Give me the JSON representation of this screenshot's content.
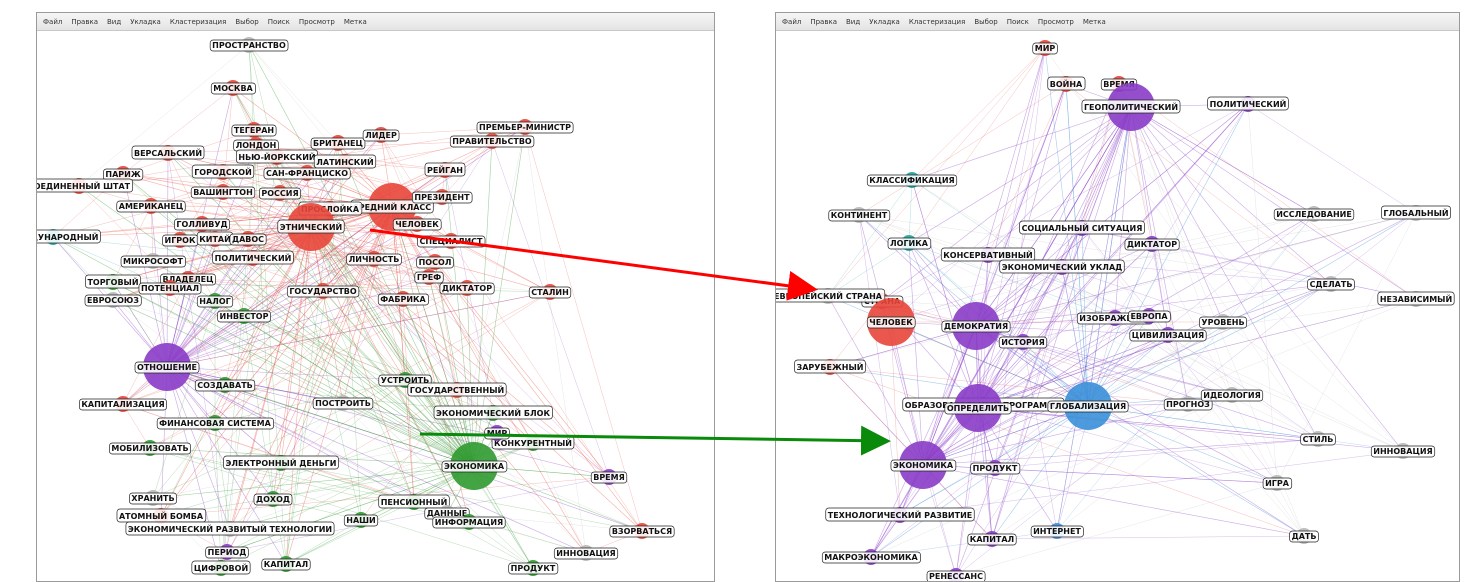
{
  "menu": [
    "Файл",
    "Правка",
    "Вид",
    "Укладка",
    "Кластеризация",
    "Выбор",
    "Поиск",
    "Просмотр",
    "Метка"
  ],
  "colors": {
    "red": "#e8463a",
    "purple": "#8a3cc8",
    "green": "#2f9a2f",
    "teal": "#1fa3a3",
    "blue": "#3a8fd8",
    "gray": "#b8b8b8",
    "arrow_red": "#ff0000",
    "arrow_green": "#0a8a0a"
  },
  "left": {
    "nodes": [
      {
        "label": "ПРОСТРАНСТВО",
        "c": "gray",
        "big": false
      },
      {
        "label": "МОСКВА",
        "c": "red",
        "big": false
      },
      {
        "label": "ПРЕМЬЕР-МИНИСТР",
        "c": "red",
        "big": false
      },
      {
        "label": "ПРАВИТЕЛЬСТВО",
        "c": "red",
        "big": false
      },
      {
        "label": "ЛОНДОН",
        "c": "red",
        "big": false
      },
      {
        "label": "БРИТАНЕЦ",
        "c": "red",
        "big": false
      },
      {
        "label": "ТЕГЕРАН",
        "c": "red",
        "big": false
      },
      {
        "label": "ЛИДЕР",
        "c": "red",
        "big": false
      },
      {
        "label": "ВЕРСАЛЬСКИЙ",
        "c": "red",
        "big": false
      },
      {
        "label": "НЬЮ-ЙОРКСКИЙ",
        "c": "red",
        "big": false
      },
      {
        "label": "ЛАТИНСКИЙ",
        "c": "red",
        "big": false
      },
      {
        "label": "ПАРИЖ",
        "c": "red",
        "big": false
      },
      {
        "label": "ГОРОДСКОЙ",
        "c": "red",
        "big": false
      },
      {
        "label": "САН-ФРАНЦИСКО",
        "c": "red",
        "big": false
      },
      {
        "label": "РЕЙГАН",
        "c": "red",
        "big": false
      },
      {
        "label": "СОЕДИНЕННЫЙ ШТАТ",
        "c": "red",
        "big": false
      },
      {
        "label": "ВАШИНГТОН",
        "c": "red",
        "big": false
      },
      {
        "label": "РОССИЯ",
        "c": "red",
        "big": false
      },
      {
        "label": "СРЕДНИЙ КЛАСС",
        "c": "red",
        "big": true
      },
      {
        "label": "ПРЕЗИДЕНТ",
        "c": "red",
        "big": false
      },
      {
        "label": "АМЕРИКАНЕЦ",
        "c": "red",
        "big": false
      },
      {
        "label": "ПРОСЛОЙКА",
        "c": "red",
        "big": false
      },
      {
        "label": "ЧЕЛОВЕК",
        "c": "red",
        "big": false
      },
      {
        "label": "ГОЛЛИВУД",
        "c": "red",
        "big": false
      },
      {
        "label": "ЭТНИЧЕСКИЙ",
        "c": "red",
        "big": true
      },
      {
        "label": "СПЕЦИАЛИСТ",
        "c": "red",
        "big": false
      },
      {
        "label": "МЕЖДУНАРОДНЫЙ",
        "c": "teal",
        "big": false
      },
      {
        "label": "ИГРОК",
        "c": "red",
        "big": false
      },
      {
        "label": "КИТАЙ",
        "c": "red",
        "big": false
      },
      {
        "label": "ДАВОС",
        "c": "red",
        "big": false
      },
      {
        "label": "МИКРОСОФТ",
        "c": "gray",
        "big": false
      },
      {
        "label": "ПОЛИТИЧЕСКИЙ",
        "c": "red",
        "big": false
      },
      {
        "label": "ЛИЧНОСТЬ",
        "c": "red",
        "big": false
      },
      {
        "label": "ПОСОЛ",
        "c": "red",
        "big": false
      },
      {
        "label": "ВЛАДЕЛЕЦ",
        "c": "red",
        "big": false
      },
      {
        "label": "ТОРГОВЫЙ",
        "c": "green",
        "big": false
      },
      {
        "label": "ПОТЕНЦИАЛ",
        "c": "red",
        "big": false
      },
      {
        "label": "ГОСУДАРСТВО",
        "c": "red",
        "big": false
      },
      {
        "label": "ГРЕФ",
        "c": "red",
        "big": false
      },
      {
        "label": "ДИКТАТОР",
        "c": "red",
        "big": false
      },
      {
        "label": "СТАЛИН",
        "c": "red",
        "big": false
      },
      {
        "label": "ЕВРОСОЮЗ",
        "c": "gray",
        "big": false
      },
      {
        "label": "НАЛОГ",
        "c": "green",
        "big": false
      },
      {
        "label": "ИНВЕСТОР",
        "c": "green",
        "big": false
      },
      {
        "label": "ФАБРИКА",
        "c": "red",
        "big": false
      },
      {
        "label": "ОТНОШЕНИЕ",
        "c": "purple",
        "big": true
      },
      {
        "label": "СОЗДАВАТЬ",
        "c": "green",
        "big": false
      },
      {
        "label": "УСТРОИТЬ",
        "c": "green",
        "big": false
      },
      {
        "label": "ГОСУДАРСТВЕННЫЙ",
        "c": "red",
        "big": false
      },
      {
        "label": "КАПИТАЛИЗАЦИЯ",
        "c": "red",
        "big": false
      },
      {
        "label": "ПОСТРОИТЬ",
        "c": "gray",
        "big": false
      },
      {
        "label": "ЭКОНОМИЧЕСКИЙ БЛОК",
        "c": "green",
        "big": false
      },
      {
        "label": "ФИНАНСОВАЯ СИСТЕМА",
        "c": "green",
        "big": false
      },
      {
        "label": "КОНКУРЕНТНЫЙ",
        "c": "green",
        "big": false
      },
      {
        "label": "МОБИЛИЗОВАТЬ",
        "c": "green",
        "big": false
      },
      {
        "label": "ЭЛЕКТРОННЫЙ ДЕНЬГИ",
        "c": "green",
        "big": false
      },
      {
        "label": "ЭКОНОМИКА",
        "c": "green",
        "big": true
      },
      {
        "label": "ХРАНИТЬ",
        "c": "gray",
        "big": false
      },
      {
        "label": "ДОХОД",
        "c": "green",
        "big": false
      },
      {
        "label": "ПЕНСИОННЫЙ",
        "c": "green",
        "big": false
      },
      {
        "label": "ДАННЫЕ",
        "c": "gray",
        "big": false
      },
      {
        "label": "АТОМНЫЙ БОМБА",
        "c": "red",
        "big": false
      },
      {
        "label": "ЭКОНОМИЧЕСКИЙ РАЗВИТЫЙ ТЕХНОЛОГИИ",
        "c": "gray",
        "big": false
      },
      {
        "label": "НАШИ",
        "c": "green",
        "big": false
      },
      {
        "label": "ИНФОРМАЦИЯ",
        "c": "green",
        "big": false
      },
      {
        "label": "ВЗОРВАТЬСЯ",
        "c": "red",
        "big": false
      },
      {
        "label": "ПЕРИОД",
        "c": "purple",
        "big": false
      },
      {
        "label": "ЦИФРОВОЙ",
        "c": "green",
        "big": false
      },
      {
        "label": "КАПИТАЛ",
        "c": "green",
        "big": false
      },
      {
        "label": "ПРОДУКТ",
        "c": "green",
        "big": false
      },
      {
        "label": "ИННОВАЦИЯ",
        "c": "gray",
        "big": false
      },
      {
        "label": "ВРЕМЯ",
        "c": "purple",
        "big": false
      },
      {
        "label": "МИР",
        "c": "purple",
        "big": false
      }
    ]
  },
  "right": {
    "nodes": [
      {
        "label": "МИР",
        "c": "red",
        "big": false
      },
      {
        "label": "ВОЙНА",
        "c": "red",
        "big": false
      },
      {
        "label": "ВРЕМЯ",
        "c": "red",
        "big": false
      },
      {
        "label": "ГЕОПОЛИТИЧЕСКИЙ",
        "c": "purple",
        "big": true
      },
      {
        "label": "ПОЛИТИЧЕСКИЙ",
        "c": "purple",
        "big": false
      },
      {
        "label": "КЛАССИФИКАЦИЯ",
        "c": "teal",
        "big": false
      },
      {
        "label": "КОНТИНЕНТ",
        "c": "gray",
        "big": false
      },
      {
        "label": "СОЦИАЛЬНЫЙ СИТУАЦИЯ",
        "c": "purple",
        "big": false
      },
      {
        "label": "ИССЛЕДОВАНИЕ",
        "c": "gray",
        "big": false
      },
      {
        "label": "ГЛОБАЛЬНЫЙ",
        "c": "gray",
        "big": false
      },
      {
        "label": "ЛОГИКА",
        "c": "teal",
        "big": false
      },
      {
        "label": "КОНСЕРВАТИВНЫЙ",
        "c": "purple",
        "big": false
      },
      {
        "label": "ДИКТАТОР",
        "c": "purple",
        "big": false
      },
      {
        "label": "ЭКОНОМИЧЕСКИЙ УКЛАД",
        "c": "purple",
        "big": false
      },
      {
        "label": "СТРАНА",
        "c": "red",
        "big": false
      },
      {
        "label": "ЕВРОПЕЙСКИЙ СТРАНА",
        "c": "gray",
        "big": false
      },
      {
        "label": "СДЕЛАТЬ",
        "c": "gray",
        "big": false
      },
      {
        "label": "НЕЗАВИСИМЫЙ",
        "c": "gray",
        "big": false
      },
      {
        "label": "ЧЕЛОВЕК",
        "c": "red",
        "big": true
      },
      {
        "label": "ДЕМОКРАТИЯ",
        "c": "purple",
        "big": true
      },
      {
        "label": "ИЗОБРАЖЕНИЕ",
        "c": "purple",
        "big": false
      },
      {
        "label": "ЕВРОПА",
        "c": "purple",
        "big": false
      },
      {
        "label": "ЦИВИЛИЗАЦИЯ",
        "c": "purple",
        "big": false
      },
      {
        "label": "УРОВЕНЬ",
        "c": "gray",
        "big": false
      },
      {
        "label": "ЗАРУБЕЖНЫЙ",
        "c": "red",
        "big": false
      },
      {
        "label": "ИСТОРИЯ",
        "c": "purple",
        "big": false
      },
      {
        "label": "ОБРАЗОВАТЕЛЬНЫЙ ПРОГРАММА",
        "c": "purple",
        "big": false
      },
      {
        "label": "ОПРЕДЕЛИТЬ",
        "c": "purple",
        "big": true
      },
      {
        "label": "ГЛОБАЛИЗАЦИЯ",
        "c": "blue",
        "big": true
      },
      {
        "label": "ПРОГНОЗ",
        "c": "gray",
        "big": false
      },
      {
        "label": "ИДЕОЛОГИЯ",
        "c": "gray",
        "big": false
      },
      {
        "label": "ЭКОНОМИКА",
        "c": "purple",
        "big": true
      },
      {
        "label": "ПРОДУКТ",
        "c": "purple",
        "big": false
      },
      {
        "label": "ТЕХНОЛОГИЧЕСКИЙ РАЗВИТИЕ",
        "c": "purple",
        "big": false
      },
      {
        "label": "КАПИТАЛ",
        "c": "purple",
        "big": false
      },
      {
        "label": "ИНТЕРНЕТ",
        "c": "blue",
        "big": false
      },
      {
        "label": "ИГРА",
        "c": "gray",
        "big": false
      },
      {
        "label": "СТИЛЬ",
        "c": "gray",
        "big": false
      },
      {
        "label": "ИННОВАЦИЯ",
        "c": "gray",
        "big": false
      },
      {
        "label": "ДАТЬ",
        "c": "gray",
        "big": false
      },
      {
        "label": "МАКРОЭКОНОМИКА",
        "c": "purple",
        "big": false
      },
      {
        "label": "РЕНЕССАНС",
        "c": "purple",
        "big": false
      }
    ]
  }
}
